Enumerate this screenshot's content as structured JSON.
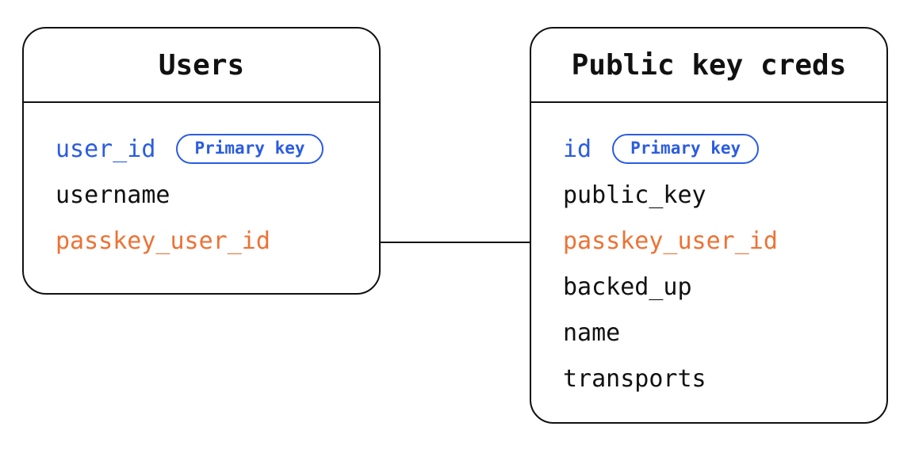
{
  "diagram": {
    "colors": {
      "accent_blue": "#2B5CE1",
      "accent_orange": "#ED7235",
      "line": "#111111"
    },
    "tables": [
      {
        "title": "Users",
        "fields": [
          {
            "name": "user_id",
            "color": "blue",
            "badge": "Primary key"
          },
          {
            "name": "username",
            "color": "black"
          },
          {
            "name": "passkey_user_id",
            "color": "orange"
          }
        ]
      },
      {
        "title": "Public key creds",
        "fields": [
          {
            "name": "id",
            "color": "blue",
            "badge": "Primary key"
          },
          {
            "name": "public_key",
            "color": "black"
          },
          {
            "name": "passkey_user_id",
            "color": "orange"
          },
          {
            "name": "backed_up",
            "color": "black"
          },
          {
            "name": "name",
            "color": "black"
          },
          {
            "name": "transports",
            "color": "black"
          }
        ]
      }
    ],
    "relationship": {
      "from": "Users.passkey_user_id",
      "to": "Public key creds.passkey_user_id"
    }
  }
}
